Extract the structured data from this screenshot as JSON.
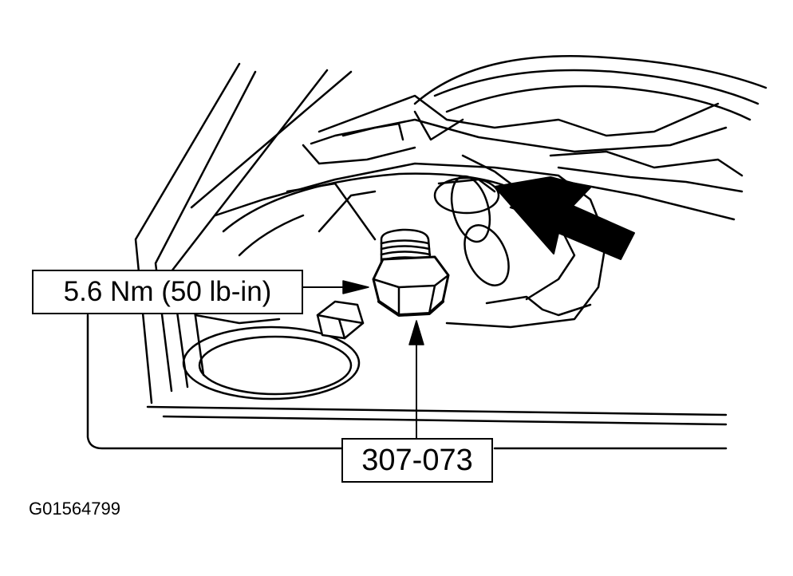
{
  "labels": {
    "torque": "5.6 Nm (50 lb-in)",
    "part_number": "307-073",
    "figure_id": "G01564799"
  },
  "colors": {
    "ink": "#000000",
    "paper": "#ffffff"
  },
  "icons": {
    "drain_plug": "hex-plug-icon",
    "indicator_arrow": "bold-arrow-icon"
  }
}
